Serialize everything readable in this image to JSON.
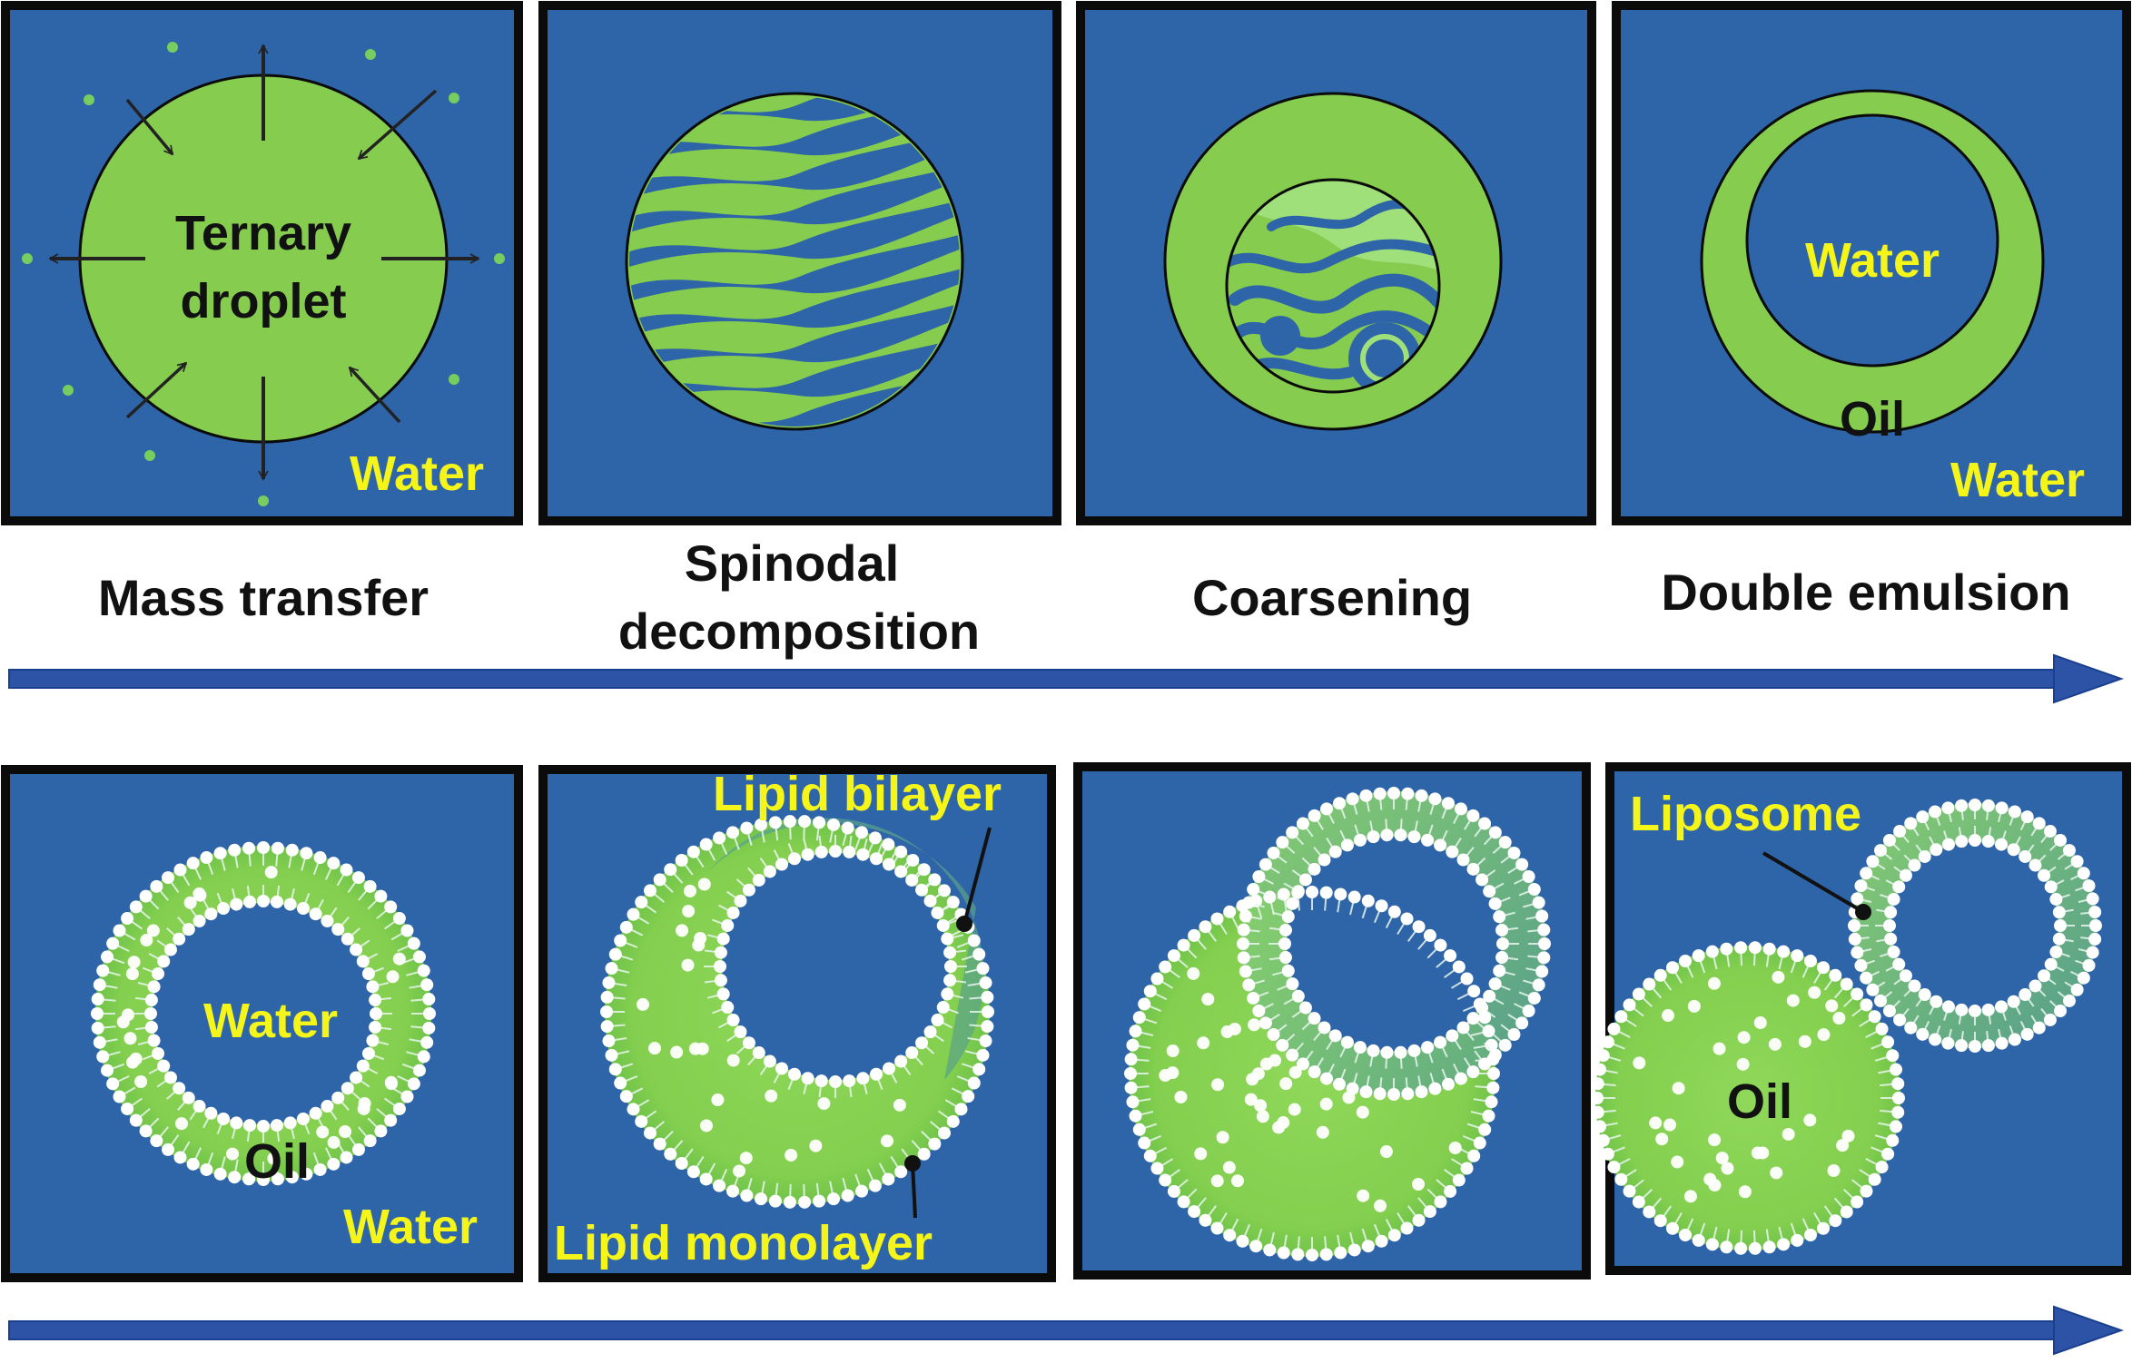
{
  "colors": {
    "water": "#2e64a8",
    "oil": "#86cc4e",
    "oil_light": "#9fe07a",
    "frame": "#0b0b0b",
    "label_yellow": "#f5f51a",
    "label_dark": "#111111",
    "arrow": "#2d53a6",
    "lipid": "#ffffff"
  },
  "top_row": {
    "panel1": {
      "droplet_label_line1": "Ternary",
      "droplet_label_line2": "droplet",
      "medium_label": "Water"
    },
    "panel4": {
      "inner_label": "Water",
      "shell_label": "Oil",
      "medium_label": "Water"
    },
    "captions": {
      "c1": "Mass transfer",
      "c2_line1": "Spinodal",
      "c2_line2": "decomposition",
      "c3": "Coarsening",
      "c4": "Double emulsion"
    }
  },
  "bottom_row": {
    "panel1": {
      "inner_label": "Water",
      "shell_label": "Oil",
      "medium_label": "Water"
    },
    "panel2": {
      "bilayer_label": "Lipid bilayer",
      "monolayer_label": "Lipid monolayer"
    },
    "panel4": {
      "liposome_label": "Liposome",
      "oil_label": "Oil"
    }
  },
  "icons": [
    "arrow-out-icon",
    "arrow-in-icon",
    "process-arrow-icon",
    "lipid-dot-icon"
  ]
}
